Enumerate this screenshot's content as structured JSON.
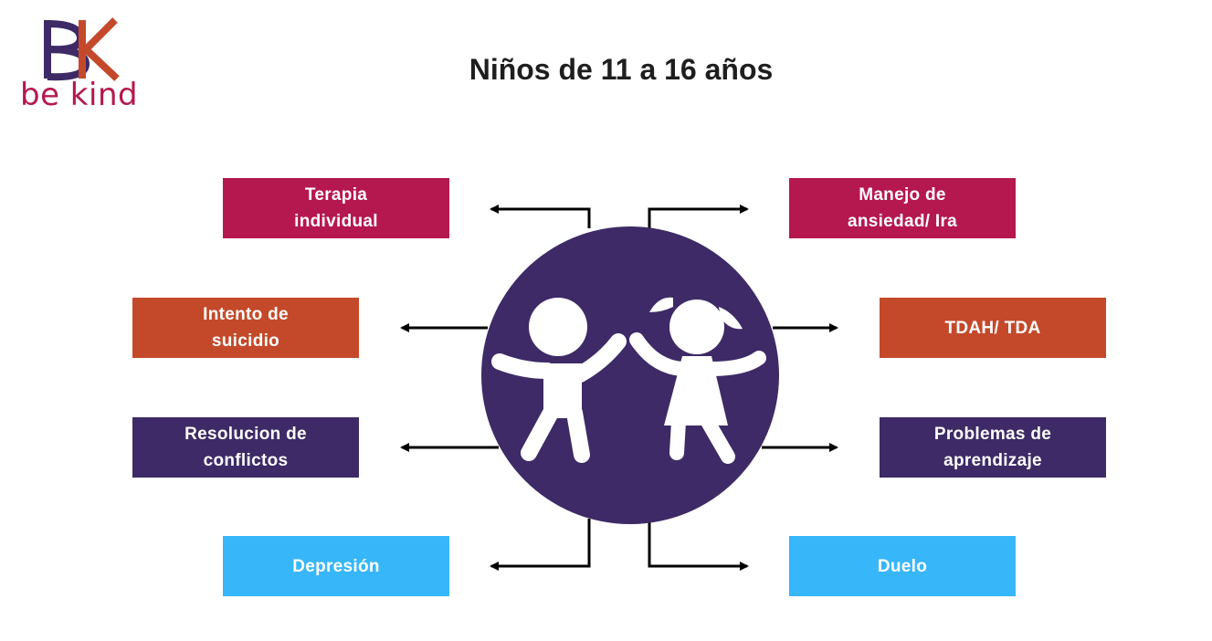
{
  "brand": {
    "logo_text": "be kind",
    "colors": {
      "purple": "#3d2a66",
      "orange": "#c4492a",
      "magenta": "#b5174f"
    }
  },
  "title": "Niños de 11 a 16 años",
  "center_icon": "children-playing-icon",
  "boxes": [
    {
      "id": "terapia",
      "label": "Terapia\nindividual",
      "color": "#b5174f"
    },
    {
      "id": "manejo",
      "label": "Manejo de\nansiedad/ Ira",
      "color": "#b5174f"
    },
    {
      "id": "intento",
      "label": "Intento de\nsuicidio",
      "color": "#c4492a"
    },
    {
      "id": "tdah",
      "label": "TDAH/ TDA",
      "color": "#c4492a"
    },
    {
      "id": "resolucion",
      "label": "Resolucion de\nconflictos",
      "color": "#3d2a66"
    },
    {
      "id": "problemas",
      "label": "Problemas de\naprendizaje",
      "color": "#3d2a66"
    },
    {
      "id": "depresion",
      "label": "Depresión",
      "color": "#38b6fa"
    },
    {
      "id": "duelo",
      "label": "Duelo",
      "color": "#38b6fa"
    }
  ]
}
